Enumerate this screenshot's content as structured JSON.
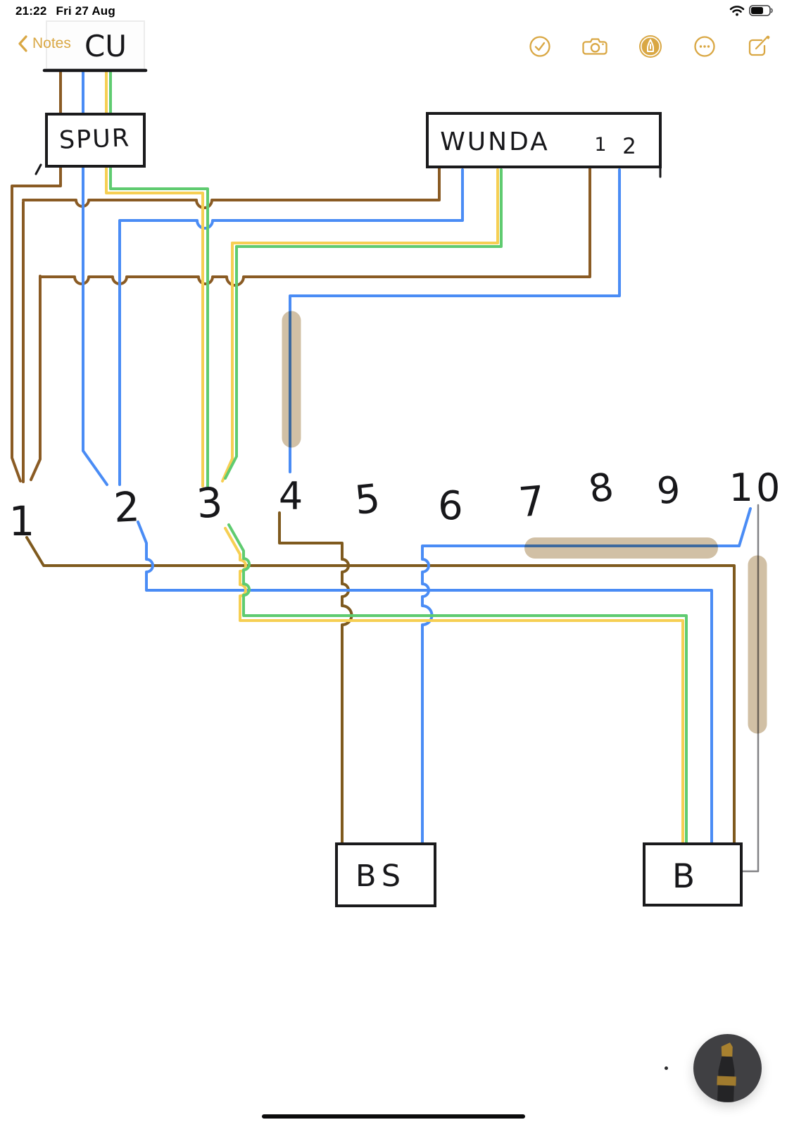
{
  "status_bar": {
    "time": "21:22",
    "date": "Fri 27 Aug"
  },
  "nav_bar": {
    "back_label": "Notes",
    "icons": [
      "checkmark-circle",
      "camera",
      "markup-pen",
      "ellipsis-circle",
      "compose"
    ]
  },
  "note_canvas": {
    "ghost_text": "CU",
    "boxes": {
      "spur": "SPUR",
      "wunda": "WUNDA",
      "wunda_terminal_1": "1",
      "wunda_terminal_2": "2",
      "bs": "BS",
      "b": "B"
    },
    "terminal_labels": [
      "1",
      "2",
      "3",
      "4",
      "5",
      "6",
      "7",
      "8",
      "9",
      "10"
    ],
    "wire_colors": {
      "live_brown_upper": "#8a5b24",
      "live_brown_lower": "#7f5a1e",
      "neutral_blue": "#4a8cf5",
      "earth_green": "#5fcb70",
      "earth_yellow": "#f6cf53",
      "grey_link": "#828286",
      "highlighter_tan": "#c0a678",
      "ink_black": "#1a1a1c"
    },
    "accent_color": "#d9a743"
  }
}
